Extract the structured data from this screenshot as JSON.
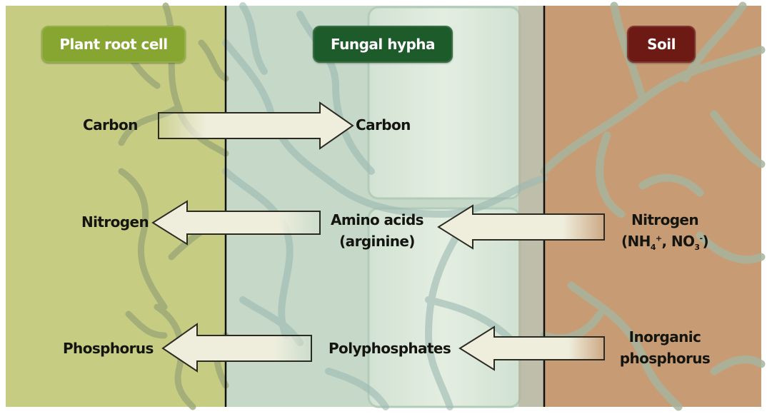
{
  "panels": {
    "plant": {
      "title": "Plant root cell",
      "bg": "#c6cc82",
      "header_color": "#86a531"
    },
    "hypha": {
      "title": "Fungal hypha",
      "bg": "#c6d9c9",
      "header_color": "#1d5b2a"
    },
    "soil": {
      "title": "Soil",
      "bg": "#c79c74",
      "header_color": "#6e1a14"
    }
  },
  "labels": {
    "plant_carbon": "Carbon",
    "hypha_carbon": "Carbon",
    "plant_nitrogen": "Nitrogen",
    "hypha_amino_line1": "Amino acids",
    "hypha_amino_line2": "(arginine)",
    "soil_nitrogen_line1": "Nitrogen",
    "soil_nitrogen_formula": {
      "open": "(NH",
      "sub1": "4",
      "sup1": "+",
      "mid": ", NO",
      "sub2": "3",
      "sup2": "-",
      "close": ")"
    },
    "plant_phosphorus": "Phosphorus",
    "hypha_polyphosphates": "Polyphosphates",
    "soil_phosphorus_line1": "Inorganic",
    "soil_phosphorus_line2": "phosphorus"
  },
  "colors": {
    "arrow_fill": "#efeedd",
    "arrow_stroke": "#2b2b23",
    "divider": "#111111",
    "vein_plant": "#98a576",
    "vein_hypha": "#9cb9b3",
    "vein_soil": "#a7b49e"
  }
}
